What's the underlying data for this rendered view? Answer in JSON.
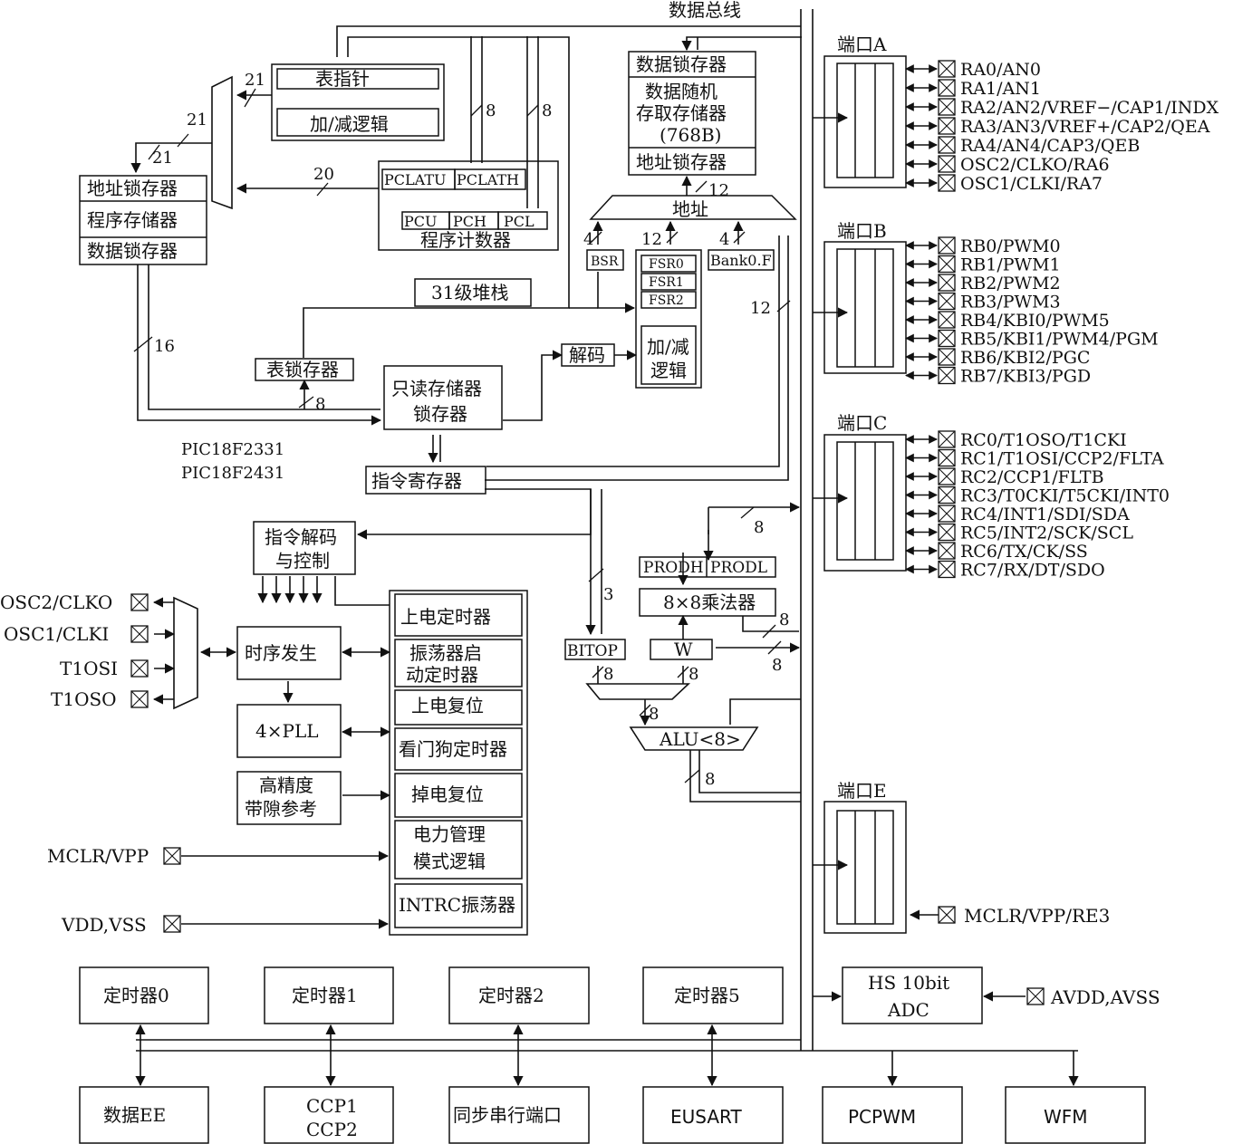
{
  "bus": {
    "label": "数据总线"
  },
  "program_side": {
    "table_pointer": "表指针",
    "inc_dec_logic": "加/减逻辑",
    "addr_latch": "地址锁存器",
    "program_memory": "程序存储器",
    "data_latch": "数据锁存器",
    "pclatu": "PCLATU",
    "pclath": "PCLATH",
    "pcu": "PCU",
    "pch": "PCH",
    "pcl": "PCL",
    "program_counter": "程序计数器",
    "stack": "31级堆栈",
    "table_latch": "表锁存器",
    "rom_latch_1": "只读存储器",
    "rom_latch_2": "锁存器",
    "instruction_register": "指令寄存器",
    "chip_1": "PIC18F2331",
    "chip_2": "PIC18F2431",
    "decode_control_1": "指令解码",
    "decode_control_2": "与控制"
  },
  "data_side": {
    "data_latch": "数据锁存器",
    "ram_1": "数据随机",
    "ram_2": "存取存储器",
    "ram_3": "(768B)",
    "addr_latch": "地址锁存器",
    "address": "地址",
    "bsr": "BSR",
    "fsr0": "FSR0",
    "fsr1": "FSR1",
    "fsr2": "FSR2",
    "bank": "Bank0.F",
    "decode": "解码",
    "fsr_inc_1": "加/减",
    "fsr_inc_2": "逻辑",
    "prodh": "PRODH",
    "prodl": "PRODL",
    "multiplier": "8×8乘法器",
    "w": "W",
    "bitop": "BITOP",
    "alu": "ALU<8>"
  },
  "widths": {
    "w21a": "21",
    "w21b": "21",
    "w21c": "21",
    "w20": "20",
    "w8a": "8",
    "w8b": "8",
    "w16": "16",
    "w8c": "8",
    "w12a": "12",
    "w4a": "4",
    "w12b": "12",
    "w4b": "4",
    "w12c": "12",
    "w3": "3",
    "w8d": "8",
    "w8e": "8",
    "w8f": "8",
    "w8g": "8",
    "w8h": "8",
    "w8i": "8",
    "w8j": "8"
  },
  "ports": {
    "a": {
      "title": "端口A",
      "pins": [
        "RA0/AN0",
        "RA1/AN1",
        "RA2/AN2/VREF−/CAP1/INDX",
        "RA3/AN3/VREF+/CAP2/QEA",
        "RA4/AN4/CAP3/QEB",
        "OSC2/CLKO/RA6",
        "OSC1/CLKI/RA7"
      ]
    },
    "b": {
      "title": "端口B",
      "pins": [
        "RB0/PWM0",
        "RB1/PWM1",
        "RB2/PWM2",
        "RB3/PWM3",
        "RB4/KBI0/PWM5",
        "RB5/KBI1/PWM4/PGM",
        "RB6/KBI2/PGC",
        "RB7/KBI3/PGD"
      ]
    },
    "c": {
      "title": "端口C",
      "pins": [
        "RC0/T1OSO/T1CKI",
        "RC1/T1OSI/CCP2/FLTA",
        "RC2/CCP1/FLTB",
        "RC3/T0CKI/T5CKI/INT0",
        "RC4/INT1/SDI/SDA",
        "RC5/INT2/SCK/SCL",
        "RC6/TX/CK/SS",
        "RC7/RX/DT/SDO"
      ]
    },
    "e": {
      "title": "端口E",
      "pin": "MCLR/VPP/RE3"
    }
  },
  "adc": {
    "line1": "HS 10bit",
    "line2": "ADC",
    "supply": "AVDD,AVSS"
  },
  "clock": {
    "osc2": "OSC2/CLKO",
    "osc1": "OSC1/CLKI",
    "t1osi": "T1OSI",
    "t1oso": "T1OSO",
    "timing_gen": "时序发生",
    "pll": "4×PLL",
    "bandgap_1": "高精度",
    "bandgap_2": "带隙参考"
  },
  "control": {
    "power_up_timer": "上电定时器",
    "ost_1": "振荡器启",
    "ost_2": "动定时器",
    "por": "上电复位",
    "wdt": "看门狗定时器",
    "bor": "掉电复位",
    "pm_1": "电力管理",
    "pm_2": "模式逻辑",
    "intrc": "INTRC振荡器",
    "mclr": "MCLR/VPP",
    "vdd": "VDD,VSS"
  },
  "peripherals": {
    "timer0": "定时器0",
    "timer1": "定时器1",
    "timer2": "定时器2",
    "timer5": "定时器5",
    "eeprom": "数据EE",
    "ccp1": "CCP1",
    "ccp2": "CCP2",
    "ssp": "同步串行端口",
    "eusart": "EUSART",
    "pcpwm": "PCPWM",
    "wfm": "WFM"
  }
}
